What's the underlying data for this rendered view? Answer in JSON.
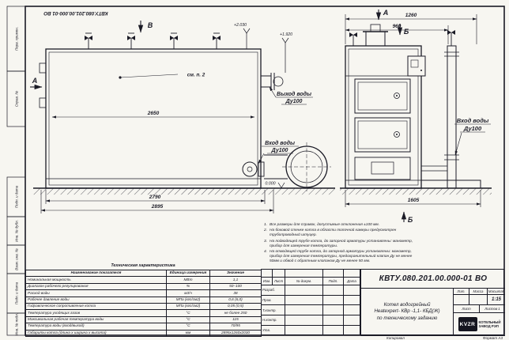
{
  "frame": {
    "top_doc_number": "КВТУ.080.201.00.000-01 ВО",
    "side_labels": [
      "Перв. примен.",
      "Справ. №",
      "Подп. и дата",
      "Инв. № дубл.",
      "Взам. инв. №",
      "Подп. и дата",
      "Инв. № подл."
    ],
    "copied_label": "Копировал",
    "format_label": "Формат А3"
  },
  "views": {
    "section_a": "А",
    "section_b": "Б",
    "section_v": "В",
    "see_note": "см. п. 2",
    "elev_top": "+2.030",
    "elev_mid": "+1.920",
    "elev_zero": "0.000",
    "dim_2650": "2650",
    "dim_2790": "2790",
    "dim_2895": "2895",
    "dim_1260": "1260",
    "dim_960": "960",
    "dim_1605": "1605",
    "outlet_line1": "Выход воды",
    "outlet_line2": "Ду100",
    "inlet_line1": "Вход воды",
    "inlet_line2": "Ду100",
    "inlet2_line1": "Вход воды",
    "inlet2_line2": "Ду100"
  },
  "notes": [
    {
      "n": "1.",
      "text": "Все размеры для справок, допустимые отклонения ±100 мм."
    },
    {
      "n": "2.",
      "text": "На боковой стенке котла в области топочной камеры предусмотрен трубопроводный штуцер."
    },
    {
      "n": "3.",
      "text": "На подводящей трубе котла, до запорной арматуры установлены: манометр, прибор для измерения температуры."
    },
    {
      "n": "4.",
      "text": "На отводящей трубе котла, до запорной арматуры установлены: манометр, прибор для измерения температуры, предохранительный клапан Ду не менее 50мм и обвод с обратным клапаном Ду не менее 50 мм."
    }
  ],
  "spec_table": {
    "title": "Техническая характеристика",
    "headers": [
      "Наименование показателя",
      "Единица измерения",
      "Значение"
    ],
    "rows": [
      {
        "name": "Номинальная мощность",
        "unit": "МВт",
        "value": "1,1"
      },
      {
        "name": "Диапазон рабочего регулирования",
        "unit": "%",
        "value": "50–100"
      },
      {
        "name": "Расход воды",
        "unit": "м3/ч",
        "value": "38"
      },
      {
        "name": "Рабочее давление воды",
        "unit": "МПа (кгс/см2)",
        "value": "0,6 (6,0)"
      },
      {
        "name": "Гидравлическое сопротивление котла",
        "unit": "МПа (кгс/см2)",
        "value": "0,05 (0,5)"
      },
      {
        "name": "Температура уходящих газов",
        "unit": "°С",
        "value": "не более 250"
      },
      {
        "name": "Максимальная рабочая температура воды",
        "unit": "°С",
        "value": "115"
      },
      {
        "name": "Температура воды (вход/выход)",
        "unit": "°С",
        "value": "70/95"
      },
      {
        "name": "Габариты котла (длина х ширина х высота)",
        "unit": "мм",
        "value": "2895х1260х2030"
      }
    ]
  },
  "title_block": {
    "doc_number": "КВТУ.080.201.00.000-01 ВО",
    "stamp_header": [
      "Изм.",
      "Лист",
      "№ докум.",
      "Подп.",
      "Дата"
    ],
    "roles": [
      "Разраб.",
      "Пров.",
      "Т.контр.",
      "Н.контр.",
      "Утв."
    ],
    "product_line1": "Котел водогрейный",
    "product_line2": "Heatexpert- КВр -1,1- КБД(Ж)",
    "product_line3": "по техническому заданию",
    "lit_label": "Лит.",
    "mass_label": "Масса",
    "scale_label": "Масштаб",
    "scale_value": "1:15",
    "sheet_label": "Лист",
    "sheets_label": "Листов",
    "sheets_value": "1",
    "company_abbr": "KVZR",
    "company_line1": "КОТЕЛЬНЫЙ",
    "company_line2": "ЗАВОД РЭП"
  }
}
